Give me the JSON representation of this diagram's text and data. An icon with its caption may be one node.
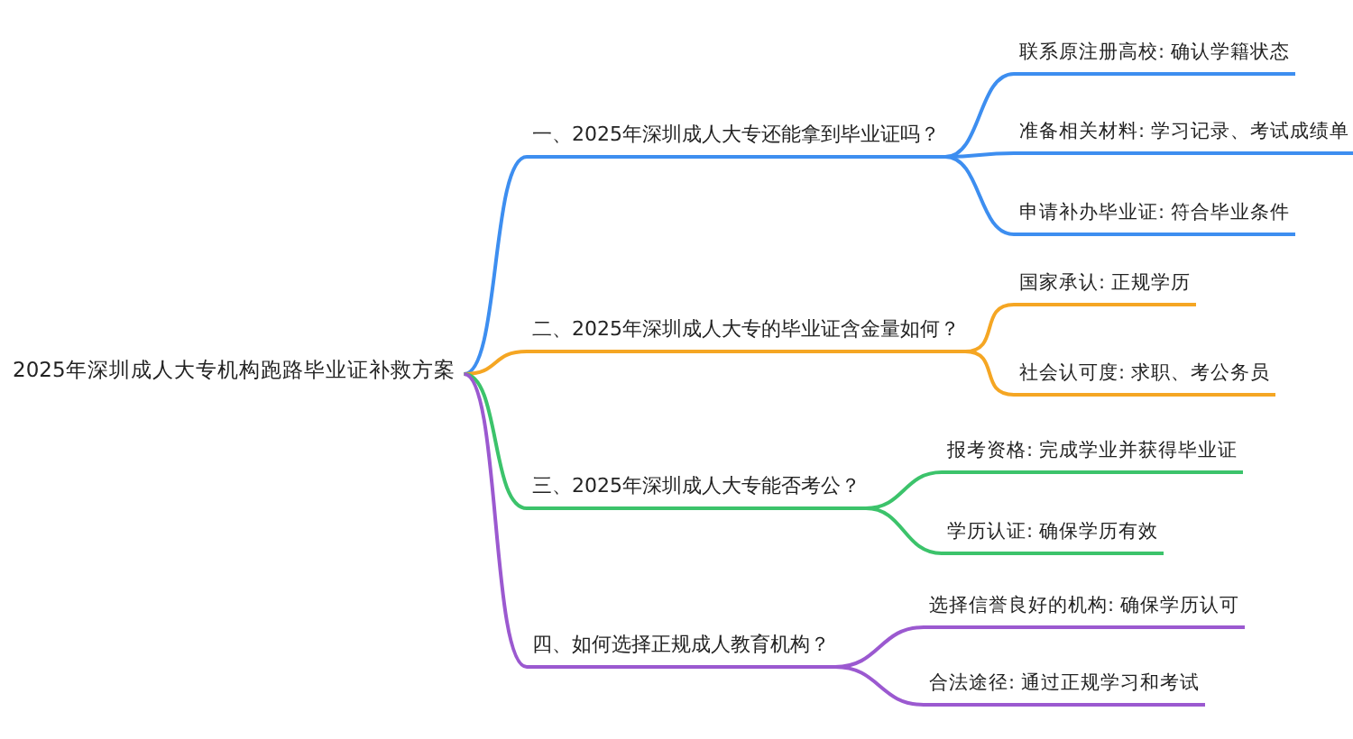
{
  "diagram": {
    "nodes": [
      {
        "text": [
          "2025年深圳成人大专机构跑路毕业证补救方案"
        ]
      },
      {
        "text": [
          "一、2025年深圳成人大专还能拿到毕业证吗？"
        ]
      },
      {
        "text": [
          "联系原注册高校: 确认学籍状态"
        ]
      },
      {
        "text": [
          "准备相关材料: 学习记录、考试成绩单"
        ]
      },
      {
        "text": [
          "申请补办毕业证: 符合毕业条件"
        ]
      },
      {
        "text": [
          "二、2025年深圳成人大专的毕业证含金量如何？"
        ]
      },
      {
        "text": [
          "国家承认: 正规学历"
        ]
      },
      {
        "text": [
          "社会认可度: 求职、考公务员"
        ]
      },
      {
        "text": [
          "三、2025年深圳成人大专能否考公？"
        ]
      },
      {
        "text": [
          "报考资格: 完成学业并获得毕业证"
        ]
      },
      {
        "text": [
          "学历认证: 确保学历有效"
        ]
      },
      {
        "text": [
          "四、如何选择正规成人教育机构？"
        ]
      },
      {
        "text": [
          "选择信誉良好的机构: 确保学历认可"
        ]
      },
      {
        "text": [
          "合法途径: 通过正规学习和考试"
        ]
      }
    ],
    "edges": [
      {
        "from": 0,
        "to": 1,
        "arrow": "none",
        "color": "#3d8ef0"
      },
      {
        "from": 1,
        "to": 2,
        "arrow": "none",
        "color": "#3d8ef0"
      },
      {
        "from": 1,
        "to": 3,
        "arrow": "none",
        "color": "#3d8ef0"
      },
      {
        "from": 1,
        "to": 4,
        "arrow": "none",
        "color": "#3d8ef0"
      },
      {
        "from": 0,
        "to": 5,
        "arrow": "none",
        "color": "#f5a623"
      },
      {
        "from": 5,
        "to": 6,
        "arrow": "none",
        "color": "#f5a623"
      },
      {
        "from": 5,
        "to": 7,
        "arrow": "none",
        "color": "#f5a623"
      },
      {
        "from": 0,
        "to": 8,
        "arrow": "none",
        "color": "#3cc36b"
      },
      {
        "from": 8,
        "to": 9,
        "arrow": "none",
        "color": "#3cc36b"
      },
      {
        "from": 8,
        "to": 10,
        "arrow": "none",
        "color": "#3cc36b"
      },
      {
        "from": 0,
        "to": 11,
        "arrow": "none",
        "color": "#9b59d0"
      },
      {
        "from": 11,
        "to": 12,
        "arrow": "none",
        "color": "#9b59d0"
      },
      {
        "from": 11,
        "to": 13,
        "arrow": "none",
        "color": "#9b59d0"
      }
    ]
  }
}
